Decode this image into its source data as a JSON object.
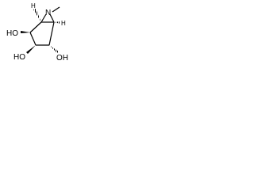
{
  "molecule": {
    "atoms": {
      "n": "N",
      "h_left": "H",
      "h_right": "H",
      "oh_top_left": "HO",
      "oh_bottom_left": "HO",
      "oh_bottom_right": "OH"
    },
    "colors": {
      "bond": "#000000",
      "text": "#000000",
      "background": "#ffffff"
    }
  }
}
